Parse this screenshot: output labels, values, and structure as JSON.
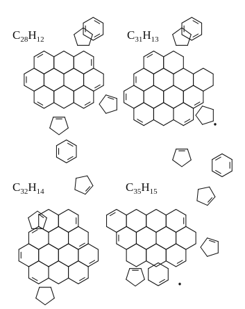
{
  "molecules": [
    {
      "id": "c28h12",
      "formula": {
        "c": "C",
        "c_count": "28",
        "h": "H",
        "h_count": "12"
      },
      "radical": false
    },
    {
      "id": "c31h13",
      "formula": {
        "c": "C",
        "c_count": "31",
        "h": "H",
        "h_count": "13"
      },
      "radical": true
    },
    {
      "id": "c32h14",
      "formula": {
        "c": "C",
        "c_count": "32",
        "h": "H",
        "h_count": "14"
      },
      "radical": false
    },
    {
      "id": "c35h15",
      "formula": {
        "c": "C",
        "c_count": "35",
        "h": "H",
        "h_count": "15"
      },
      "radical": true
    }
  ],
  "colors": {
    "ink": "#111111",
    "background": "#ffffff"
  }
}
